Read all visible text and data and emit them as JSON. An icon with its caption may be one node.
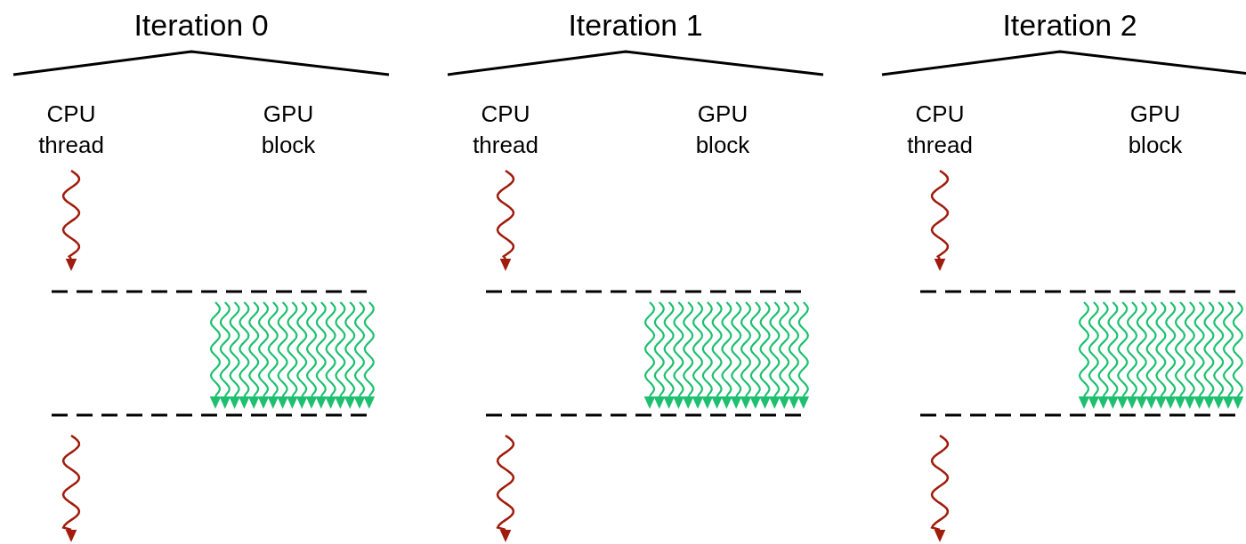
{
  "diagram": {
    "labels": [
      "Iteration 0",
      "Iteration 1",
      "Iteration 2",
      "CPU thread",
      "GPU block",
      "CPU thread",
      "GPU block",
      "CPU thread",
      "GPU block"
    ]
  }
}
